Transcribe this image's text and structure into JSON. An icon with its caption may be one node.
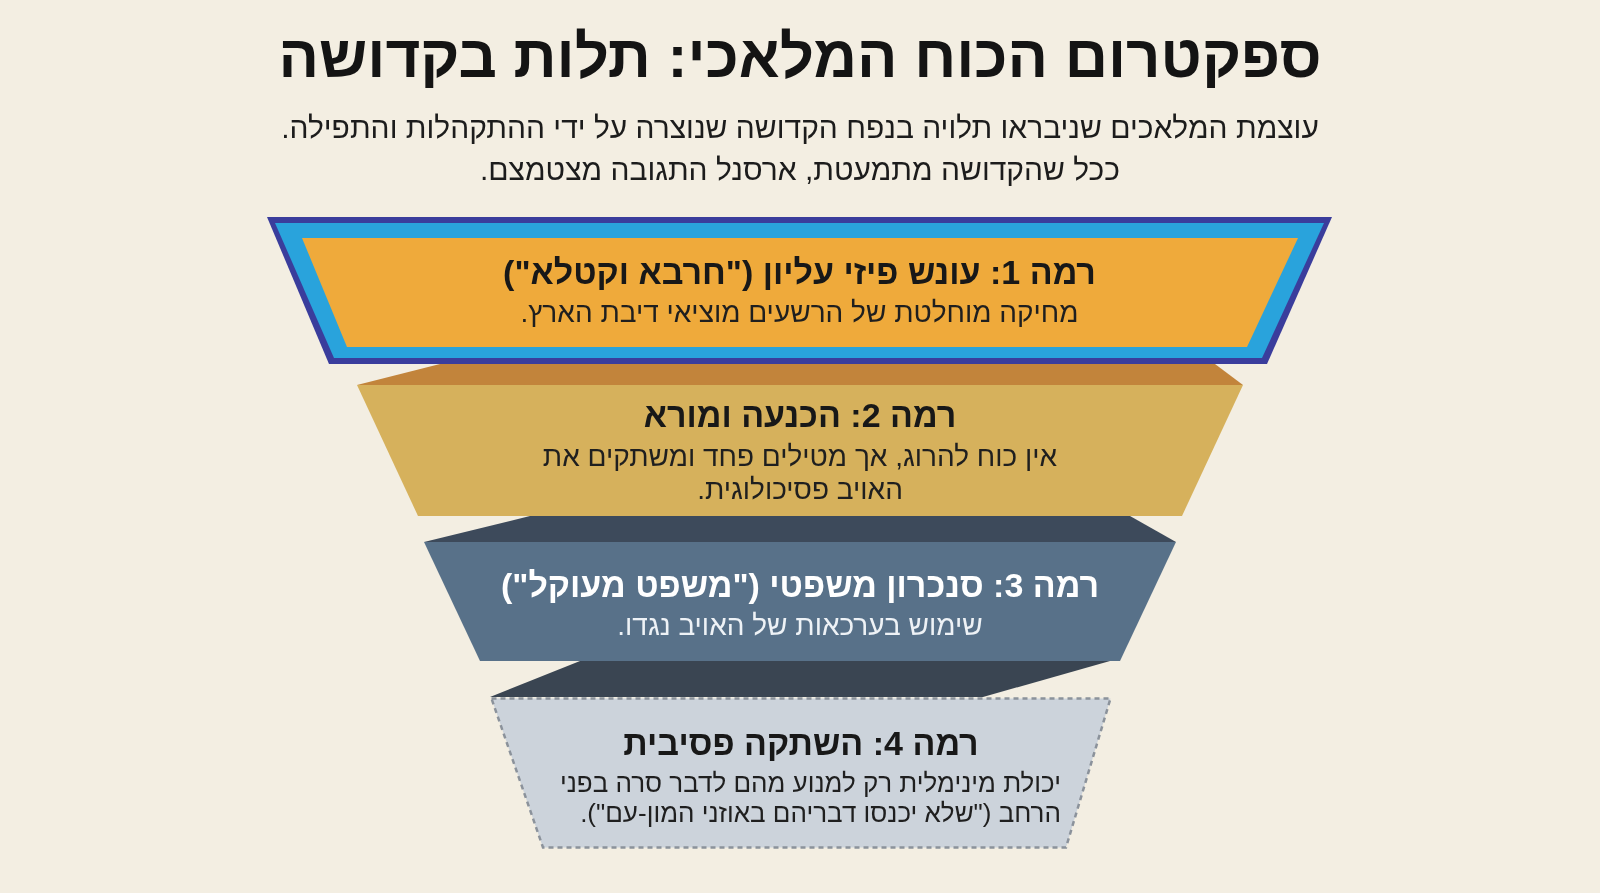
{
  "diagram": {
    "title": "ספקטרום הכוח המלאכי: תלות בקדושה",
    "nodes": [
      {
        "text": [
          "רמה 1: עונש פיזי עליון (\"חרבא וקטלא\")",
          "מחיקה מוחלטת של הרשעים מוציאי דיבת הארץ."
        ]
      },
      {
        "text": [],
        "shape": "band"
      },
      {
        "text": [
          "רמה 2: הכנעה ומורא",
          "אין כוח להרוג, אך מטילים פחד ומשתקים את האויב פסיכולוגית."
        ]
      },
      {
        "text": [],
        "shape": "band"
      },
      {
        "text": [
          "רמה 3: סנכרון משפטי (\"משפט מעוקל\")",
          "שימוש בערכאות של האויב נגדו."
        ]
      },
      {
        "text": [],
        "shape": "band"
      },
      {
        "text": [
          "רמה 4: השתקה פסיבית",
          "יכולת מינימלית רק למנוע מהם לדבר סרה בפני הרחב (\"שלא יכנסו דבריהם באוזני המון-עם\")."
        ]
      }
    ],
    "labels": [
      "עוצמת המלאכים שניבראו תלויה בנפח הקדושה שנוצרה על ידי ההתקהלות והתפילה.",
      "ככל שהקדושה מתמעטת, ארסנל התגובה מצטמצם."
    ]
  }
}
